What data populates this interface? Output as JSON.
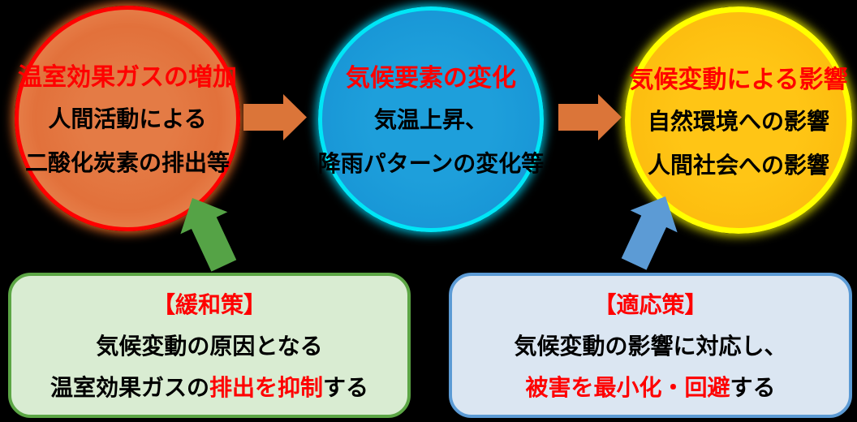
{
  "colors": {
    "background": "#000000",
    "emphasis_text": "#FF0000",
    "body_text": "#000000",
    "circle1_fill": "#E2713B",
    "circle1_border": "#FF0000",
    "circle2_fill": "#1999D8",
    "circle2_border": "#00E6F6",
    "circle3_fill": "#FFC00A",
    "circle3_border": "#FFFF00",
    "box1_fill": "#D9ECD2",
    "box1_border": "#5CA645",
    "box2_fill": "#DBE6F2",
    "box2_border": "#5C9BD5",
    "flow_arrow": "#DB7539",
    "mitigation_arrow": "#55A346",
    "adaptation_arrow": "#5C9BD5"
  },
  "circles": [
    {
      "title": "温室効果ガスの増加",
      "lines": [
        "人間活動による",
        "二酸化炭素の排出等"
      ]
    },
    {
      "title": "気候要素の変化",
      "lines": [
        "気温上昇、",
        "降雨パターンの変化等"
      ]
    },
    {
      "title": "気候変動による影響",
      "lines": [
        "自然環境への影響",
        "人間社会への影響"
      ]
    }
  ],
  "boxes": [
    {
      "title": "【緩和策】",
      "line1": "気候変動の原因となる",
      "line2_prefix": "温室効果ガスの",
      "line2_emphasis": "排出を抑制",
      "line2_suffix": "する"
    },
    {
      "title": "【適応策】",
      "line1": "気候変動の影響に対応し、",
      "line2_prefix": "",
      "line2_emphasis": "被害を最小化・回避",
      "line2_suffix": "する"
    }
  ]
}
